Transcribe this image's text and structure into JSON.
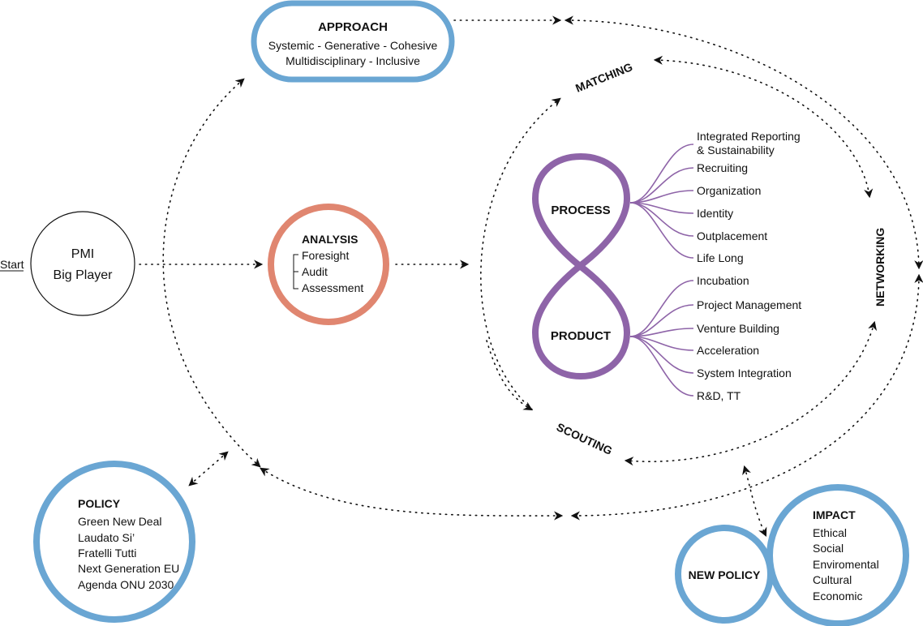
{
  "colors": {
    "blue": "#6aa6d3",
    "salmon": "#e08670",
    "purple": "#8e64a8",
    "ink": "#111111"
  },
  "start": {
    "label": "Start",
    "lines": [
      "PMI",
      "Big Player"
    ]
  },
  "approach": {
    "title": "APPROACH",
    "lines": [
      "Systemic - Generative - Cohesive",
      "Multidisciplinary - Inclusive"
    ]
  },
  "analysis": {
    "title": "ANALYSIS",
    "items": [
      "Foresight",
      "Audit",
      "Assessment"
    ]
  },
  "process": {
    "title": "PROCESS",
    "items": [
      "Integrated Reporting",
      "& Sustainability",
      "Recruiting",
      "Organization",
      "Identity",
      "Outplacement",
      "Life Long"
    ]
  },
  "product": {
    "title": "PRODUCT",
    "items": [
      "Incubation",
      "Project Management",
      "Venture Building",
      "Acceleration",
      "System Integration",
      "R&D, TT"
    ]
  },
  "cycle_labels": {
    "matching": "MATCHING",
    "networking": "NETWORKING",
    "scouting": "SCOUTING"
  },
  "policy": {
    "title": "POLICY",
    "items": [
      "Green New Deal",
      "Laudato Si’",
      "Fratelli Tutti",
      "Next Generation EU",
      "Agenda ONU 2030"
    ]
  },
  "new_policy": {
    "title": "NEW POLICY"
  },
  "impact": {
    "title": "IMPACT",
    "items": [
      "Ethical",
      "Social",
      "Enviromental",
      "Cultural",
      "Economic"
    ]
  }
}
